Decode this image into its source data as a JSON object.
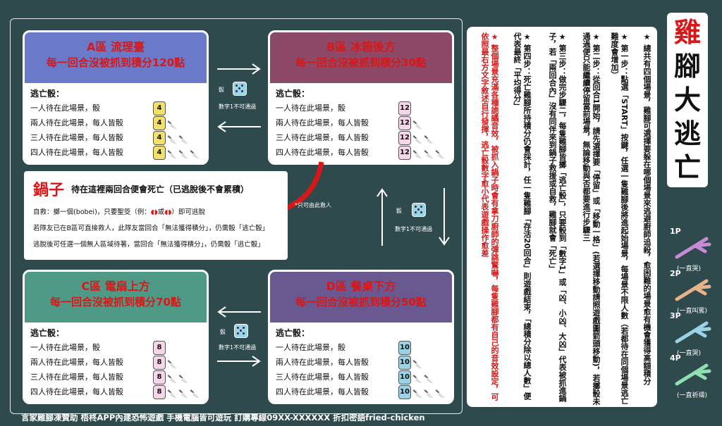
{
  "title": {
    "chars": [
      "雞",
      "腳",
      "大",
      "逃",
      "亡"
    ]
  },
  "zones": {
    "a": {
      "name": "A區  流理臺",
      "score": "每一回合沒被抓到積分120點",
      "escape_label": "逃亡骰：",
      "rows": [
        "一人待在此場景，骰",
        "兩人待在此場景，每人皆骰",
        "三人待在此場景，每人皆骰",
        "四人待在此場景，每人皆骰"
      ],
      "die": "4"
    },
    "b": {
      "name": "B區  冰箱後方",
      "score": "每一回合沒被抓到積分30點",
      "escape_label": "逃亡骰：",
      "rows": [
        "一人待在此場景，骰",
        "兩人待在此場景，每人皆骰",
        "三人待在此場景，每人皆骰",
        "四人待在此場景，每人皆骰"
      ],
      "die": "12"
    },
    "c": {
      "name": "C區  電扇上方",
      "score": "每一回合沒被抓到積分70點",
      "escape_label": "逃亡骰：",
      "rows": [
        "一人待在此場景，骰",
        "兩人待在此場景，每人皆骰",
        "三人待在此場景，每人皆骰",
        "四人待在此場景，每人皆骰"
      ],
      "die": "8"
    },
    "d": {
      "name": "D區  餐桌下方",
      "score": "每一回合沒被抓到積分50點",
      "escape_label": "逃亡骰：",
      "rows": [
        "一人待在此場景，骰",
        "兩人待在此場景，每人皆骰",
        "三人待在此場景，每人皆骰",
        "四人待在此場景，每人皆骰"
      ],
      "die": "10"
    }
  },
  "dice_notes": {
    "roll": "骰",
    "note": "數字1不可通過"
  },
  "pot": {
    "title": "鍋子",
    "subtitle": "待在這裡兩回合便會死亡（已逃脫後不會累積）",
    "self_rescue": "自救：擲一個(bobei)，只要聖筊（例：",
    "self_rescue_or": "或",
    "self_rescue_end": "）即可逃脫",
    "teammate": "若隊友已在B區可直接救人，此隊友當回合「無法獲得積分」，仍需骰「逃亡骰」",
    "after": "逃脫後可任選一個無人區域待著，當回合「無法獲得積分」，仍需骰「逃亡骰」",
    "only_b": "*只可由此救人"
  },
  "rules": [
    {
      "text": "★ 總共有四個場景，雞腳可選擇要躲在哪個場景來逃避廚師追殺，愈困難的場景愈有機會獲得高額積分",
      "color": "#111"
    },
    {
      "text": "★ 第一步：點選「START」按鍵，任選一隻雞腳後將進起始場景，每場景不限人數（若都待在同個場景逃亡難度會增加）",
      "color": "#111"
    },
    {
      "text": "★ 第二步：從回合1開始，請先選擇要「停留」或「移動一格」(若選擇移動請照遊戲圖箭頭移動)，若擲骰未通過便只能繼續停留當前場景，無論移動與否都要進行步驟三",
      "color": "#111"
    },
    {
      "text": "★ 第三步：做完步驟二，每隻雞腳皆擲「逃亡骰」，只要骰到「數字1」或「凶、小凶、大凶」代表被抓進鍋子，若「兩回合內」沒有同伴來到鍋子救援或自救，雞腳就會「死亡」",
      "color": "#111"
    },
    {
      "text": "★ 第四步：死亡雞腳所持積分仍會採計，任一隻雞腳「存活20回合」則遊戲結束，「總積分除以總人數」便代表最終「平均得分」",
      "color": "#111"
    },
    {
      "text": "★ 整個場景充滿各種詭譎音效，被抓入鍋子時會有拿刀廚師的彈跳驚嚇，每隻雞腳都有自己的音效設定，可依照最右方文字敘述自行發揮，逃亡骰數字愈小代表遊戲操作愈差",
      "color": "#d81818"
    }
  ],
  "players": [
    {
      "label": "1P",
      "caption": "(一直哭)",
      "color": "#c98ad8"
    },
    {
      "label": "2P",
      "caption": "(一直叫罵)",
      "color": "#e7b38a"
    },
    {
      "label": "3P",
      "caption": "(一直哭)",
      "color": "#9ad3e6"
    },
    {
      "label": "4P",
      "caption": "(一直祈禱)",
      "color": "#8fe0b0"
    }
  ],
  "footer": "言家雞腳凍贊助    梧柊APP內建恐怖遊戲  手機電腦皆可遊玩      訂購專線09XX-XXXXXX 折扣密語fried-chicken",
  "colors": {
    "zone_a": "#6a79c8",
    "zone_b": "#8c4a68",
    "zone_c": "#4e9a86",
    "zone_d": "#6a5890",
    "accent_red": "#d81818"
  }
}
